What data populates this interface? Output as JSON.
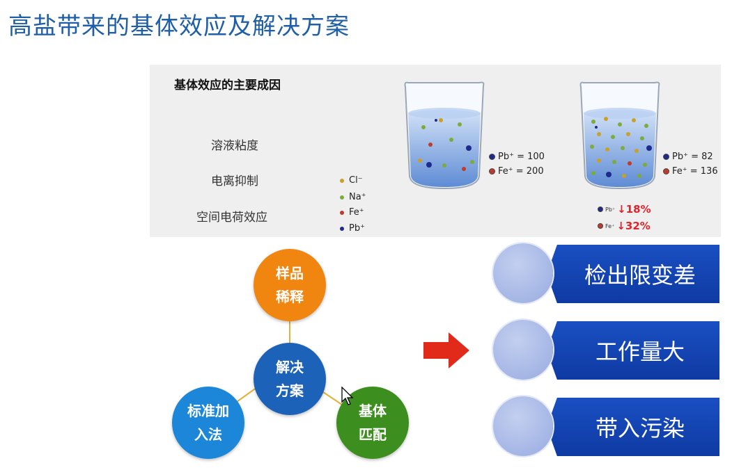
{
  "title": "高盐带来的基体效应及解决方案",
  "panel": {
    "heading": "基体效应的主要成因",
    "causes": [
      "溶液粘度",
      "电离抑制",
      "空间电荷效应"
    ],
    "legend": [
      {
        "label": "Cl⁻",
        "color": "#c8a02a"
      },
      {
        "label": "Na⁺",
        "color": "#7cab3c"
      },
      {
        "label": "Fe⁺",
        "color": "#c0392b"
      },
      {
        "label": "Pb⁺",
        "color": "#1e2a8c"
      }
    ],
    "beaker1": {
      "pb_label": "Pb⁺ = 100",
      "fe_label": "Fe⁺ = 200"
    },
    "beaker2": {
      "pb_label": "Pb⁺ =   82",
      "fe_label": "Fe⁺ = 136"
    },
    "reduction": [
      {
        "ion": "Pb⁺",
        "value": "↓18%"
      },
      {
        "ion": "Fe⁺",
        "value": "↓32%"
      }
    ],
    "colors": {
      "pb": "#1e2a8c",
      "fe": "#c0392b"
    }
  },
  "diagram": {
    "center": "解决\n方案",
    "top": "样品\n稀释",
    "left": "标准加\n入法",
    "right": "基体\n匹配",
    "colors": {
      "center": "#1c62b9",
      "top": "#f0860f",
      "left": "#1c87d8",
      "right": "#3c8f1e"
    }
  },
  "problems": [
    "检出限变差",
    "工作量大",
    "带入污染"
  ]
}
